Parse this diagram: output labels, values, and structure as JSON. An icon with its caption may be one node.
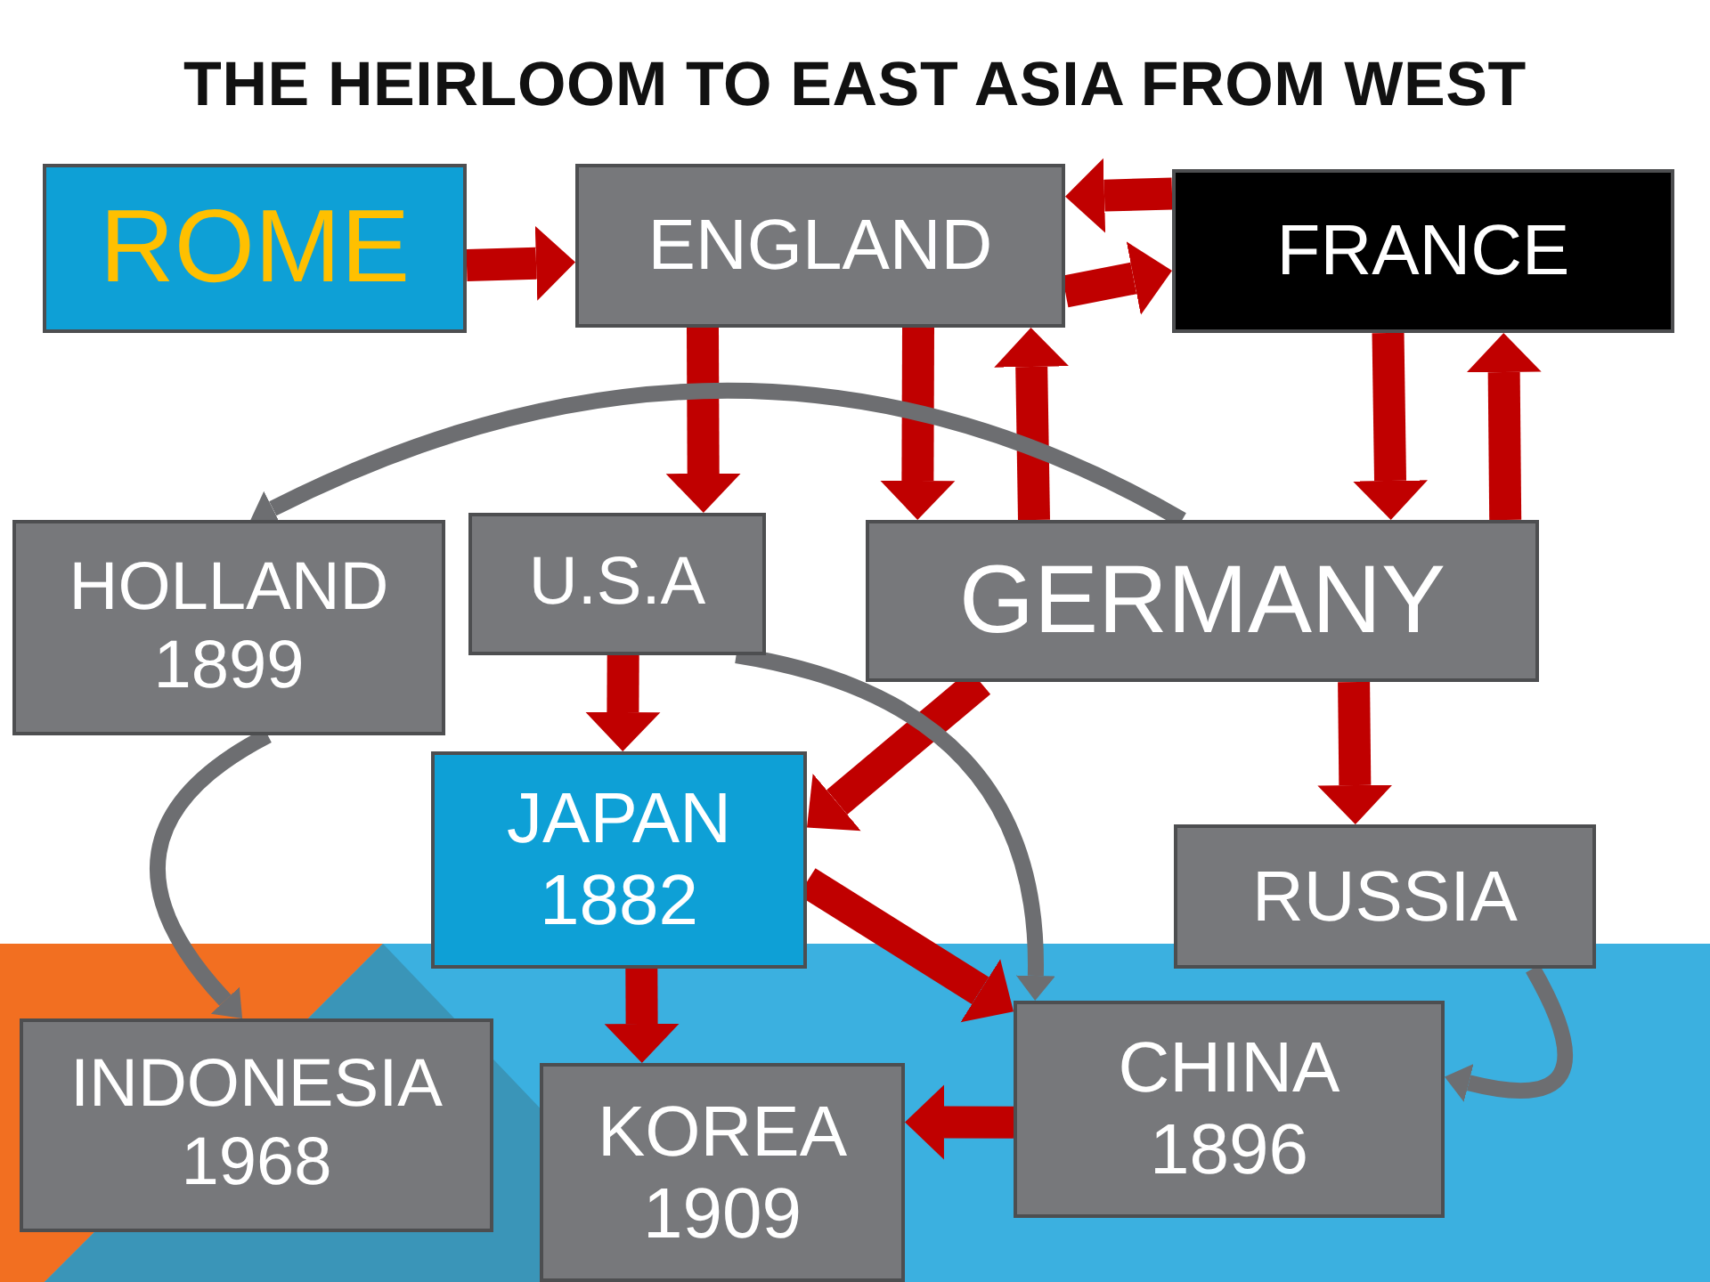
{
  "diagram": {
    "title": "THE HEIRLOOM TO EAST ASIA FROM WEST",
    "nodes": [
      {
        "text": [
          "ROME"
        ]
      },
      {
        "text": [
          "ENGLAND"
        ]
      },
      {
        "text": [
          "FRANCE"
        ]
      },
      {
        "text": [
          "HOLLAND",
          "1899"
        ]
      },
      {
        "text": [
          "U.S.A"
        ]
      },
      {
        "text": [
          "GERMANY"
        ]
      },
      {
        "text": [
          "JAPAN",
          "1882"
        ]
      },
      {
        "text": [
          "RUSSIA"
        ]
      },
      {
        "text": [
          "INDONESIA",
          "1968"
        ]
      },
      {
        "text": [
          "KOREA",
          "1909"
        ]
      },
      {
        "text": [
          "CHINA",
          "1896"
        ]
      }
    ],
    "edges": [
      {
        "from": 0,
        "to": 1,
        "arrow": "to"
      },
      {
        "from": 2,
        "to": 1,
        "arrow": "to"
      },
      {
        "from": 1,
        "to": 2,
        "arrow": "to"
      },
      {
        "from": 1,
        "to": 4,
        "arrow": "to"
      },
      {
        "from": 1,
        "to": 5,
        "arrow": "to"
      },
      {
        "from": 5,
        "to": 1,
        "arrow": "to"
      },
      {
        "from": 2,
        "to": 5,
        "arrow": "to"
      },
      {
        "from": 5,
        "to": 2,
        "arrow": "to"
      },
      {
        "from": 5,
        "to": 3,
        "arrow": "to",
        "color": "#6d6e71"
      },
      {
        "from": 4,
        "to": 6,
        "arrow": "to"
      },
      {
        "from": 5,
        "to": 6,
        "arrow": "to"
      },
      {
        "from": 4,
        "to": 10,
        "arrow": "to",
        "color": "#6d6e71"
      },
      {
        "from": 5,
        "to": 7,
        "arrow": "to"
      },
      {
        "from": 3,
        "to": 8,
        "arrow": "to",
        "color": "#6d6e71"
      },
      {
        "from": 6,
        "to": 10,
        "arrow": "to"
      },
      {
        "from": 6,
        "to": 9,
        "arrow": "to"
      },
      {
        "from": 10,
        "to": 9,
        "arrow": "to"
      },
      {
        "from": 7,
        "to": 10,
        "arrow": "to",
        "color": "#6d6e71"
      }
    ]
  }
}
